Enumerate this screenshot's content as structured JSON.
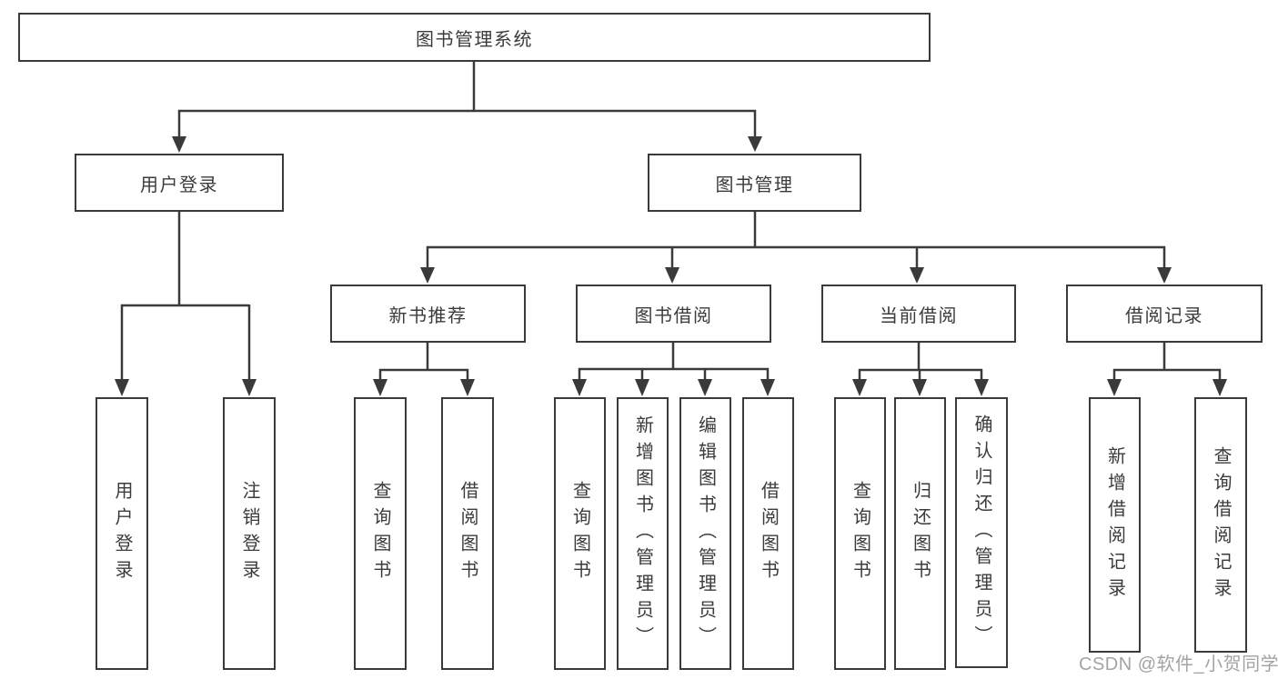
{
  "diagram_type": "hierarchy-tree",
  "colors": {
    "line": "#3a3a3a",
    "text": "#3b3b3b",
    "box_background": "#ffffff",
    "page_background": "#ffffff",
    "watermark": "#a3a3a3"
  },
  "tree": {
    "label": "图书管理系统",
    "children": [
      {
        "label": "用户登录",
        "children": [
          {
            "label": "用户登录"
          },
          {
            "label": "注销登录"
          }
        ]
      },
      {
        "label": "图书管理",
        "children": [
          {
            "label": "新书推荐",
            "children": [
              {
                "label": "查询图书"
              },
              {
                "label": "借阅图书"
              }
            ]
          },
          {
            "label": "图书借阅",
            "children": [
              {
                "label": "查询图书"
              },
              {
                "label": "新增图书（管理员）"
              },
              {
                "label": "编辑图书（管理员）"
              },
              {
                "label": "借阅图书"
              }
            ]
          },
          {
            "label": "当前借阅",
            "children": [
              {
                "label": "查询图书"
              },
              {
                "label": "归还图书"
              },
              {
                "label": "确认归还（管理员）"
              }
            ]
          },
          {
            "label": "借阅记录",
            "children": [
              {
                "label": "新增借阅记录"
              },
              {
                "label": "查询借阅记录"
              }
            ]
          }
        ]
      }
    ]
  },
  "watermark": {
    "text": "CSDN @软件_小贺同学"
  }
}
